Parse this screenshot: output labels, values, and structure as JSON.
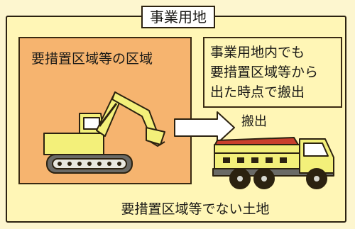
{
  "site": {
    "title": "事業用地"
  },
  "zone": {
    "label": "要措置区域等の区域"
  },
  "note": {
    "lines": [
      "事業用地内でも",
      "要措置区域等から",
      "出た時点で搬出"
    ]
  },
  "unloading": {
    "label": "搬出"
  },
  "outside": {
    "label": "要措置区域等でない土地"
  },
  "colors": {
    "site_bg": "#fff6b6",
    "zone_bg": "#f6b46f",
    "machine_body": "#f3f07a",
    "truck_cab": "#f3f07a",
    "soil": "#c9402c",
    "outline": "#2c2210"
  },
  "icons": [
    "excavator-icon",
    "arrow-right-icon",
    "dump-truck-icon"
  ]
}
